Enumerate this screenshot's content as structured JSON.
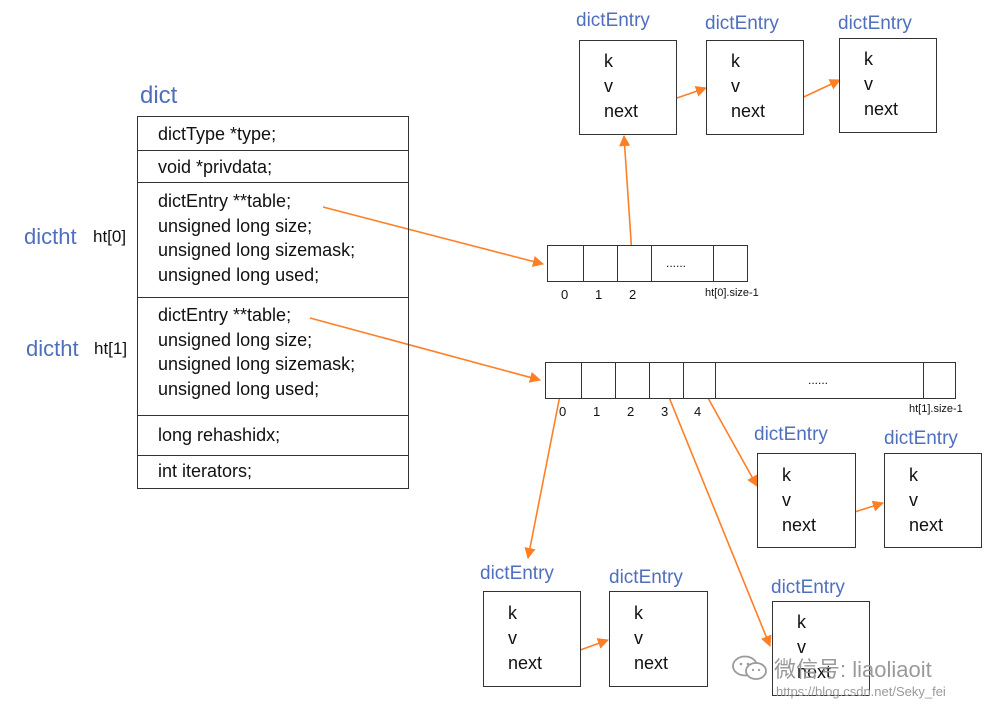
{
  "dict": {
    "title": "dict",
    "rows": [
      {
        "text": "dictType *type;"
      },
      {
        "text": "void *privdata;"
      },
      {
        "text": "dictEntry **table;\nunsigned long size;\nunsigned long sizemask;\nunsigned long used;"
      },
      {
        "text": "dictEntry **table;\nunsigned long size;\nunsigned long sizemask;\nunsigned long used;"
      },
      {
        "text": "long rehashidx;"
      },
      {
        "text": "int iterators;"
      }
    ],
    "ht0": {
      "type_label": "dictht",
      "name": "ht[0]"
    },
    "ht1": {
      "type_label": "dictht",
      "name": "ht[1]"
    }
  },
  "table0": {
    "indices": [
      "0",
      "1",
      "2"
    ],
    "ellipsis": "......",
    "end_label": "ht[0].size-1"
  },
  "table1": {
    "indices": [
      "0",
      "1",
      "2",
      "3",
      "4"
    ],
    "ellipsis": "......",
    "end_label": "ht[1].size-1"
  },
  "entry": {
    "title": "dictEntry",
    "k": "k",
    "v": "v",
    "next": "next"
  },
  "watermark": {
    "wechat": "微信号: liaoliaoit",
    "url": "https://blog.csdn.net/Seky_fei"
  },
  "colors": {
    "arrow": "#ff7f27",
    "label": "#4f6fbe",
    "border": "#333333"
  }
}
